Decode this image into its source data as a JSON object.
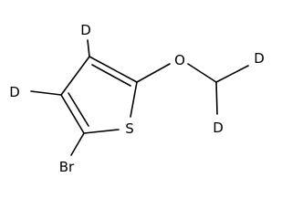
{
  "molecule": {
    "atoms": {
      "d_top": "D",
      "d_left": "D",
      "oxygen": "O",
      "sulfur": "S",
      "bromine": "Br",
      "d_methyl_right": "D",
      "d_methyl_bottom": "D"
    }
  }
}
